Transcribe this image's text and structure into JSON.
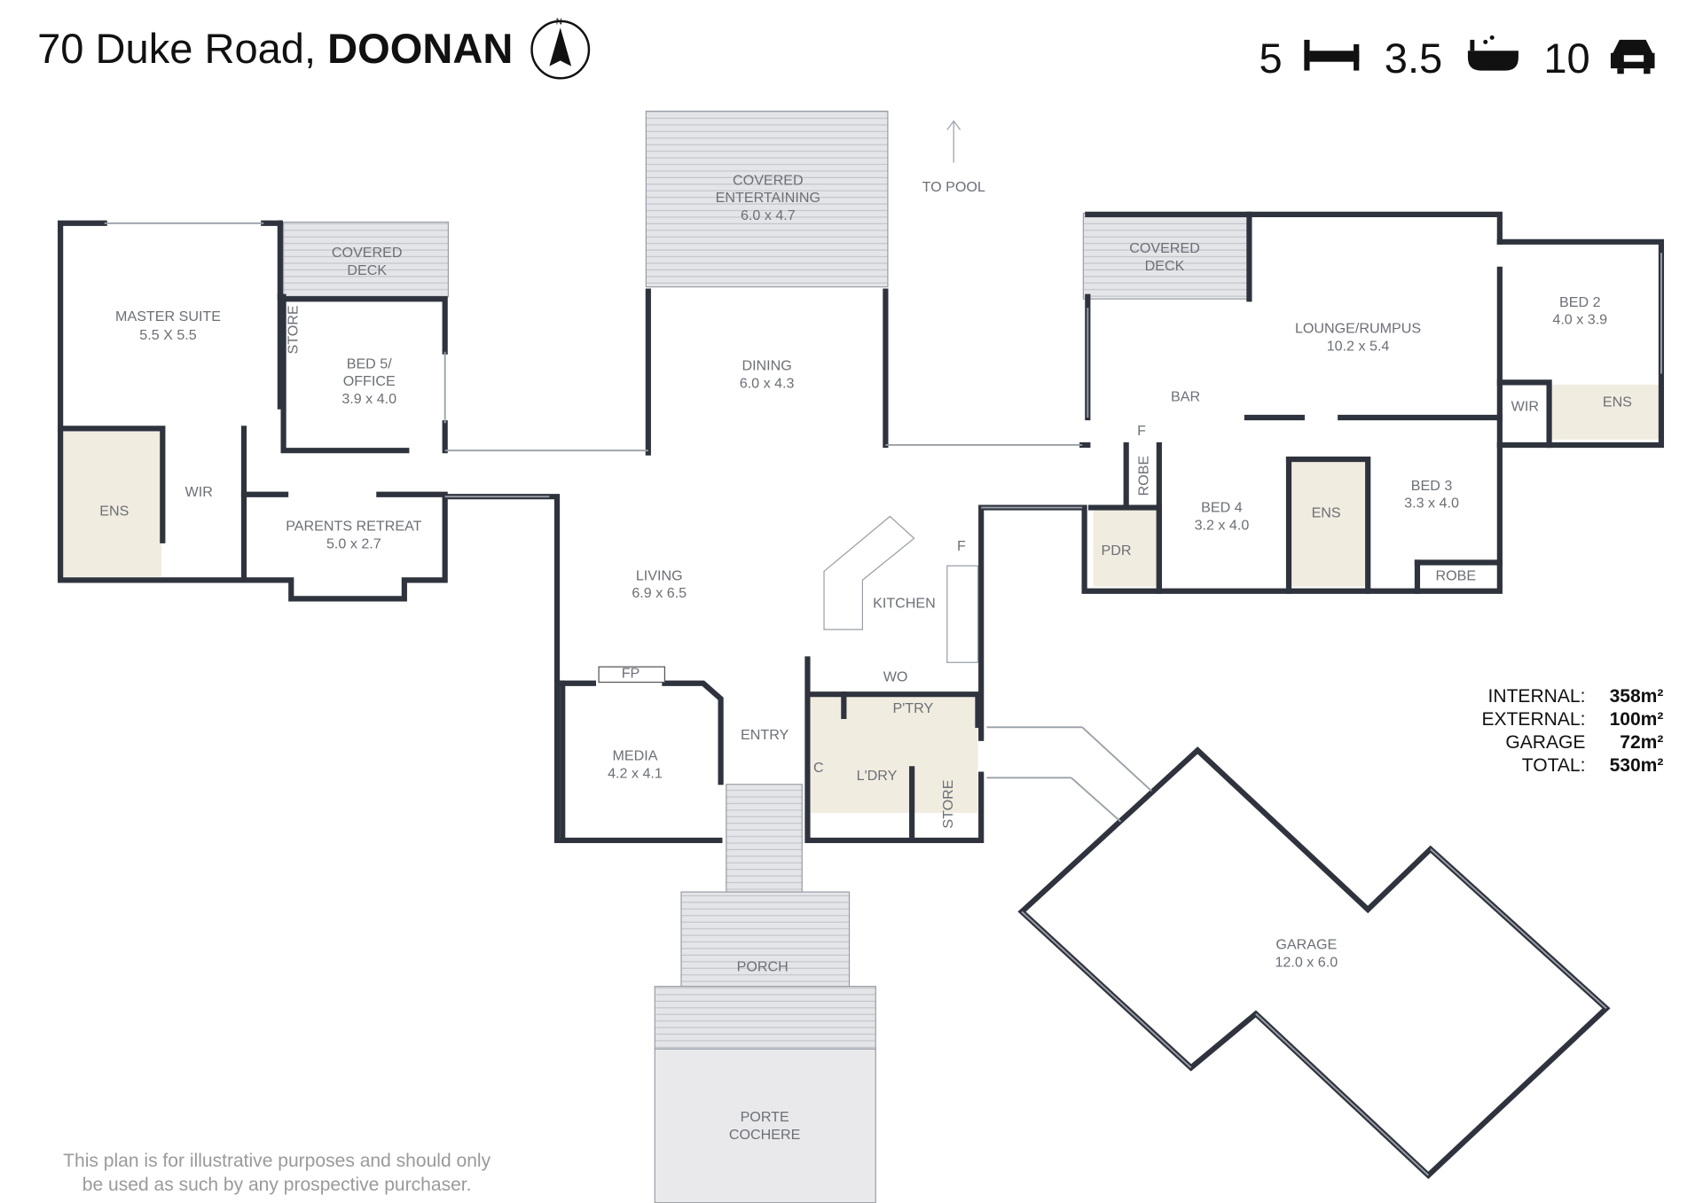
{
  "header": {
    "street": "70 Duke Road, ",
    "suburb": "DOONAN",
    "compass_label": "N",
    "bedrooms": "5",
    "bathrooms": "3.5",
    "car_spaces": "10",
    "icons": [
      "compass-icon",
      "bed-icon",
      "bath-icon",
      "car-icon"
    ]
  },
  "rooms": {
    "covered_entertaining": [
      "COVERED",
      "ENTERTAINING",
      "6.0 x 4.7"
    ],
    "to_pool": "TO POOL",
    "covered_deck_left": [
      "COVERED",
      "DECK"
    ],
    "covered_deck_right": [
      "COVERED",
      "DECK"
    ],
    "master_suite": [
      "MASTER SUITE",
      "5.5 X 5.5"
    ],
    "store_left": "STORE",
    "bed5": [
      "BED 5/",
      "OFFICE",
      "3.9 x 4.0"
    ],
    "ens_master": "ENS",
    "wir_master": "WIR",
    "parents_retreat": [
      "PARENTS RETREAT",
      "5.0 x 2.7"
    ],
    "dining": [
      "DINING",
      "6.0 x 4.3"
    ],
    "living": [
      "LIVING",
      "6.9 x 6.5"
    ],
    "kitchen": "KITCHEN",
    "fridge_kitchen": "F",
    "wo": "WO",
    "fp": "FP",
    "pantry": "P'TRY",
    "media": [
      "MEDIA",
      "4.2 x 4.1"
    ],
    "entry": "ENTRY",
    "cupboard": "C",
    "laundry": "L'DRY",
    "store_laundry": "STORE",
    "porch": "PORCH",
    "porte_cochere": [
      "PORTE",
      "COCHERE"
    ],
    "lounge": [
      "LOUNGE/RUMPUS",
      "10.2 x 5.4"
    ],
    "bar": "BAR",
    "fridge_bar": "F",
    "bed2": [
      "BED 2",
      "4.0 x 3.9"
    ],
    "wir_bed2": "WIR",
    "ens_bed2": "ENS",
    "robe_bed4": "ROBE",
    "pdr": "PDR",
    "bed4": [
      "BED 4",
      "3.2 x 4.0"
    ],
    "ens_mid": "ENS",
    "bed3": [
      "BED 3",
      "3.3 x 4.0"
    ],
    "robe_bed3": "ROBE",
    "garage": [
      "GARAGE",
      "12.0 x 6.0"
    ]
  },
  "areas": [
    {
      "label": "INTERNAL:",
      "value": "358m²"
    },
    {
      "label": "EXTERNAL:",
      "value": "100m²"
    },
    {
      "label": "GARAGE",
      "value": "72m²"
    },
    {
      "label": "TOTAL:",
      "value": "530m²"
    }
  ],
  "disclaimer": [
    "This plan is for illustrative purposes and should only",
    "be used as such by any prospective purchaser."
  ]
}
